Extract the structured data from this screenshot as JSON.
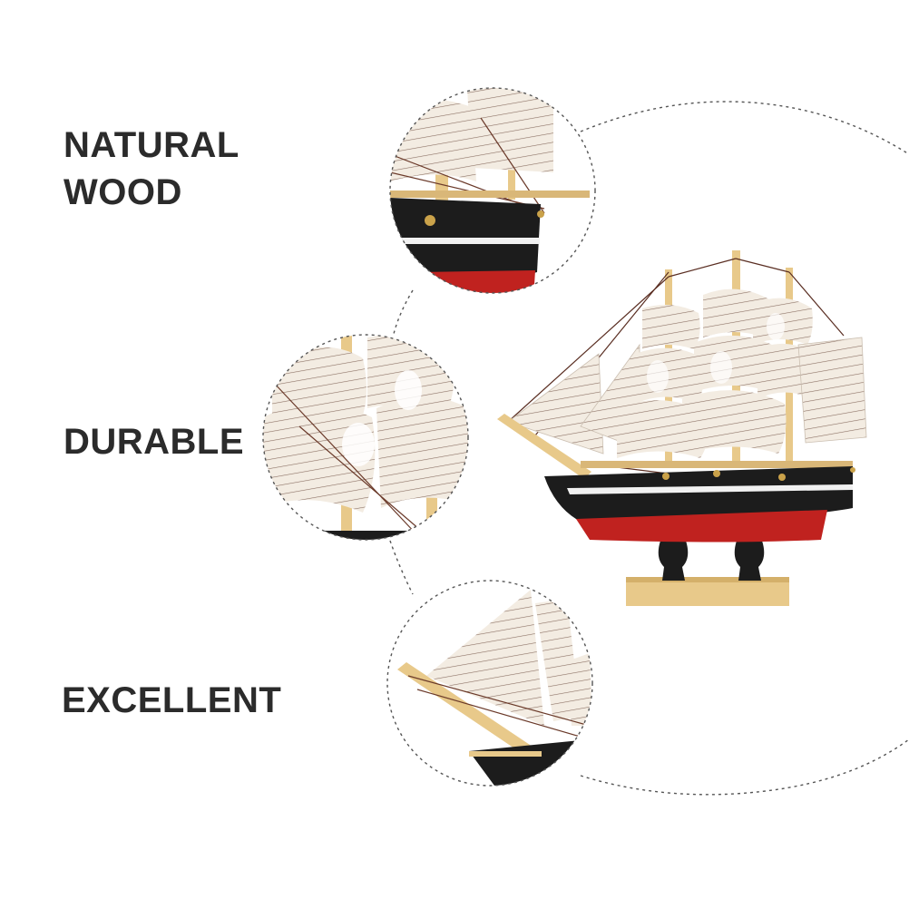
{
  "features": [
    {
      "line1": "NATURAL",
      "line2": "WOOD"
    },
    {
      "line1": "DURABLE"
    },
    {
      "line1": "EXCELLENT"
    }
  ],
  "colors": {
    "text": "#2b2b2b",
    "hull_black": "#1c1c1c",
    "hull_red": "#c0221f",
    "wood": "#e8c98a",
    "sail": "#f3ece2",
    "sail_stripe": "#8a6f63",
    "dashed_line": "#555555"
  }
}
